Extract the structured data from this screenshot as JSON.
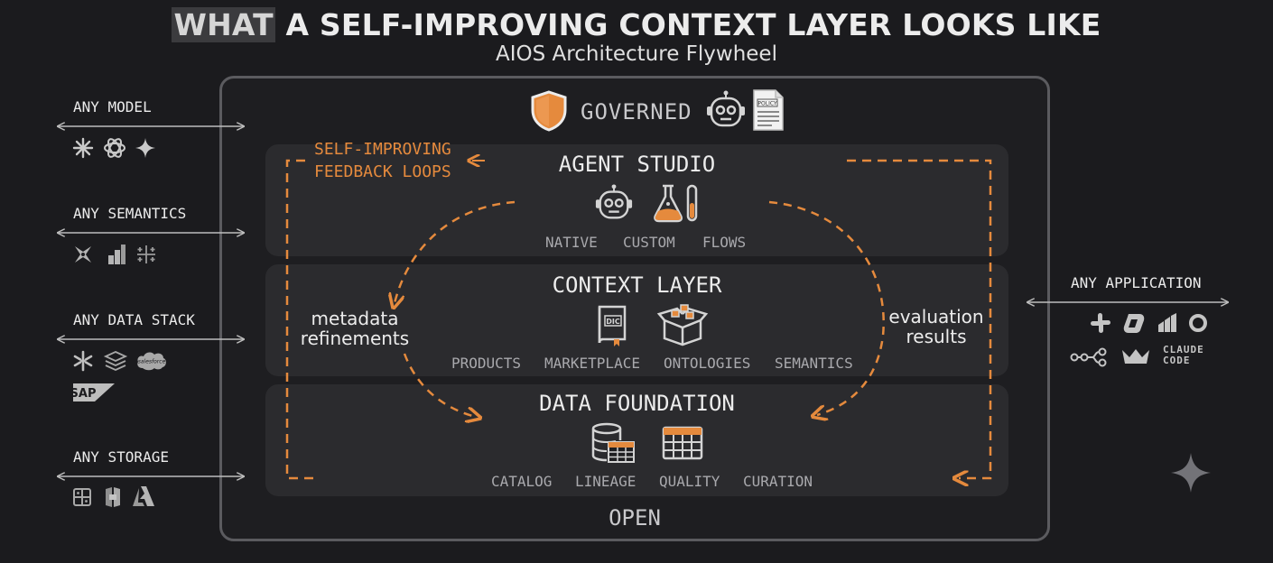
{
  "header": {
    "title_highlight": "WHAT",
    "title_rest": " A SELF-IMPROVING CONTEXT LAYER LOOKS LIKE",
    "subtitle": "AIOS Architecture Flywheel"
  },
  "frame": {
    "top_label": "GOVERNED",
    "bottom_label": "OPEN",
    "policy_text": "POLICY"
  },
  "feedback": {
    "line1": "SELF-IMPROVING",
    "line2": "FEEDBACK LOOPS"
  },
  "left_note": {
    "line1": "metadata",
    "line2": "refinements"
  },
  "right_note": {
    "line1": "evaluation",
    "line2": "results"
  },
  "layers": {
    "agent_studio": {
      "title": "AGENT STUDIO",
      "items": [
        "NATIVE",
        "CUSTOM",
        "FLOWS"
      ]
    },
    "context_layer": {
      "title": "CONTEXT LAYER",
      "items": [
        "PRODUCTS",
        "MARKETPLACE",
        "ONTOLOGIES",
        "SEMANTICS"
      ],
      "dic_text": "DIC"
    },
    "data_foundation": {
      "title": "DATA FOUNDATION",
      "items": [
        "CATALOG",
        "LINEAGE",
        "QUALITY",
        "CURATION"
      ]
    }
  },
  "left_groups": [
    {
      "label": "ANY MODEL",
      "icons": [
        "claude-spark-icon",
        "openai-knot-icon",
        "gemini-star-icon"
      ]
    },
    {
      "label": "ANY SEMANTICS",
      "icons": [
        "dbt-icon",
        "looker-bars-icon",
        "tableau-icon"
      ]
    },
    {
      "label": "ANY DATA STACK",
      "icons": [
        "snowflake-icon",
        "databricks-icon",
        "salesforce-icon",
        "sap-icon"
      ]
    },
    {
      "label": "ANY STORAGE",
      "icons": [
        "storage-grid-icon",
        "s3-bucket-icon",
        "azure-icon"
      ]
    }
  ],
  "logo_text": {
    "salesforce": "salesforce",
    "sap": "SAP"
  },
  "right_group": {
    "label": "ANY APPLICATION",
    "icons": [
      "slack-icon",
      "copilot-icon",
      "powerbi-icon",
      "ring-icon",
      "n8n-icon",
      "crown-icon",
      "claude-code-icon"
    ],
    "claude_code_line1": "CLAUDE",
    "claude_code_line2": "CODE"
  },
  "colors": {
    "accent": "#e58a3d",
    "background": "#1b1b1e",
    "panel": "#2b2b2e",
    "frame_border": "#5b5b5f"
  }
}
